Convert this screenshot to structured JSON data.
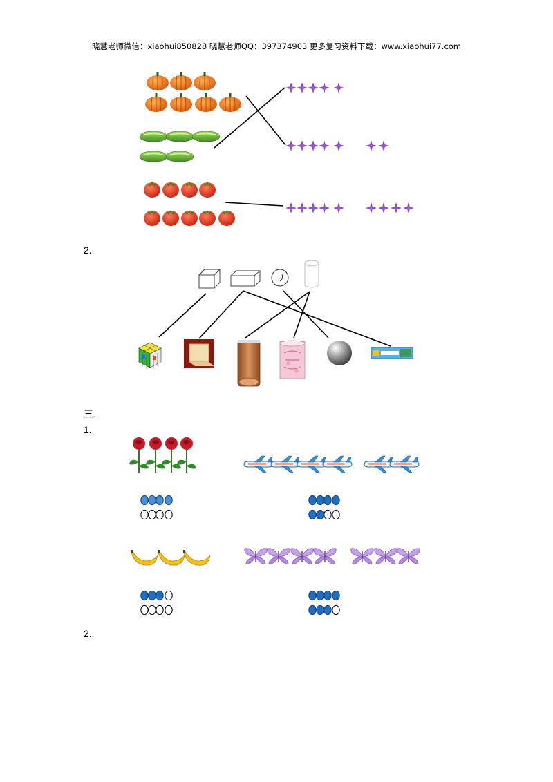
{
  "header": {
    "text": "晓慧老师微信：xiaohui850828  晓慧老师QQ：397374903  更多复习资料下载：www.xiaohui77.com"
  },
  "labels": {
    "part2_q2": "2.",
    "section3": "三.",
    "section3_q1": "1.",
    "section3_q2": "2."
  },
  "figure1": {
    "left_groups": [
      {
        "item": "pumpkin",
        "rows": [
          3,
          4
        ],
        "color": "#e86a1c"
      },
      {
        "item": "cucumber",
        "rows": [
          3,
          2
        ],
        "color": "#6cbf3a"
      },
      {
        "item": "tomato",
        "rows": [
          4,
          5
        ],
        "color": "#e03a1e"
      }
    ],
    "right_groups": [
      {
        "item": "star",
        "counts": [
          5
        ],
        "color": "#9b4fd1"
      },
      {
        "item": "star",
        "counts": [
          5,
          2
        ],
        "color": "#9b4fd1"
      },
      {
        "item": "star",
        "counts": [
          5,
          4
        ],
        "color": "#9b4fd1"
      }
    ],
    "matches": [
      [
        0,
        1
      ],
      [
        1,
        0
      ],
      [
        2,
        2
      ]
    ]
  },
  "figure2": {
    "shapes": [
      "cube-icon",
      "cuboid-icon",
      "sphere-icon",
      "cylinder-icon"
    ],
    "objects": [
      "rubiks-cube",
      "book",
      "wood-log",
      "tin-can",
      "metal-ball",
      "toothpaste-box"
    ],
    "matches": [
      [
        0,
        0
      ],
      [
        1,
        1
      ],
      [
        1,
        5
      ],
      [
        2,
        4
      ],
      [
        3,
        2
      ],
      [
        3,
        3
      ]
    ]
  },
  "figure3": {
    "groups": [
      {
        "item": "rose",
        "count": 4,
        "filled": 4,
        "empty": 4,
        "color": "#c41a2a"
      },
      {
        "item": "airplane",
        "count": 6,
        "filled": 6,
        "empty": 2,
        "color": "#3a8fd6"
      },
      {
        "item": "banana",
        "count": 3,
        "filled": 3,
        "empty": 5,
        "color": "#f2c21a"
      },
      {
        "item": "butterfly",
        "count": 7,
        "filled": 7,
        "empty": 1,
        "color": "#b58be0"
      }
    ],
    "dot_color": "#1e6fc1"
  }
}
